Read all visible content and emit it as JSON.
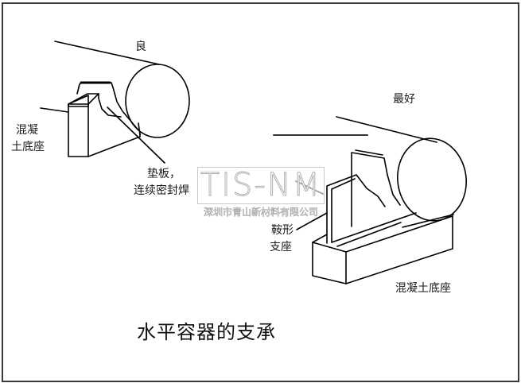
{
  "diagram": {
    "title": "水平容器的支承",
    "left_figure": {
      "rating": "良",
      "labels": {
        "base_line1": "混凝",
        "base_line2": "土底座",
        "pad_line1": "垫板，",
        "pad_line2": "连续密封焊"
      }
    },
    "right_figure": {
      "rating": "最好",
      "labels": {
        "saddle_line1": "鞍形",
        "saddle_line2": "支座",
        "base": "混凝土底座"
      }
    },
    "watermark": {
      "logo": "TIS-NM",
      "company": "深圳市青山新材料有限公司"
    },
    "colors": {
      "line": "#000000",
      "frame": "#3a3a3a",
      "background": "#ffffff",
      "watermark": "#b0b0b0"
    }
  }
}
